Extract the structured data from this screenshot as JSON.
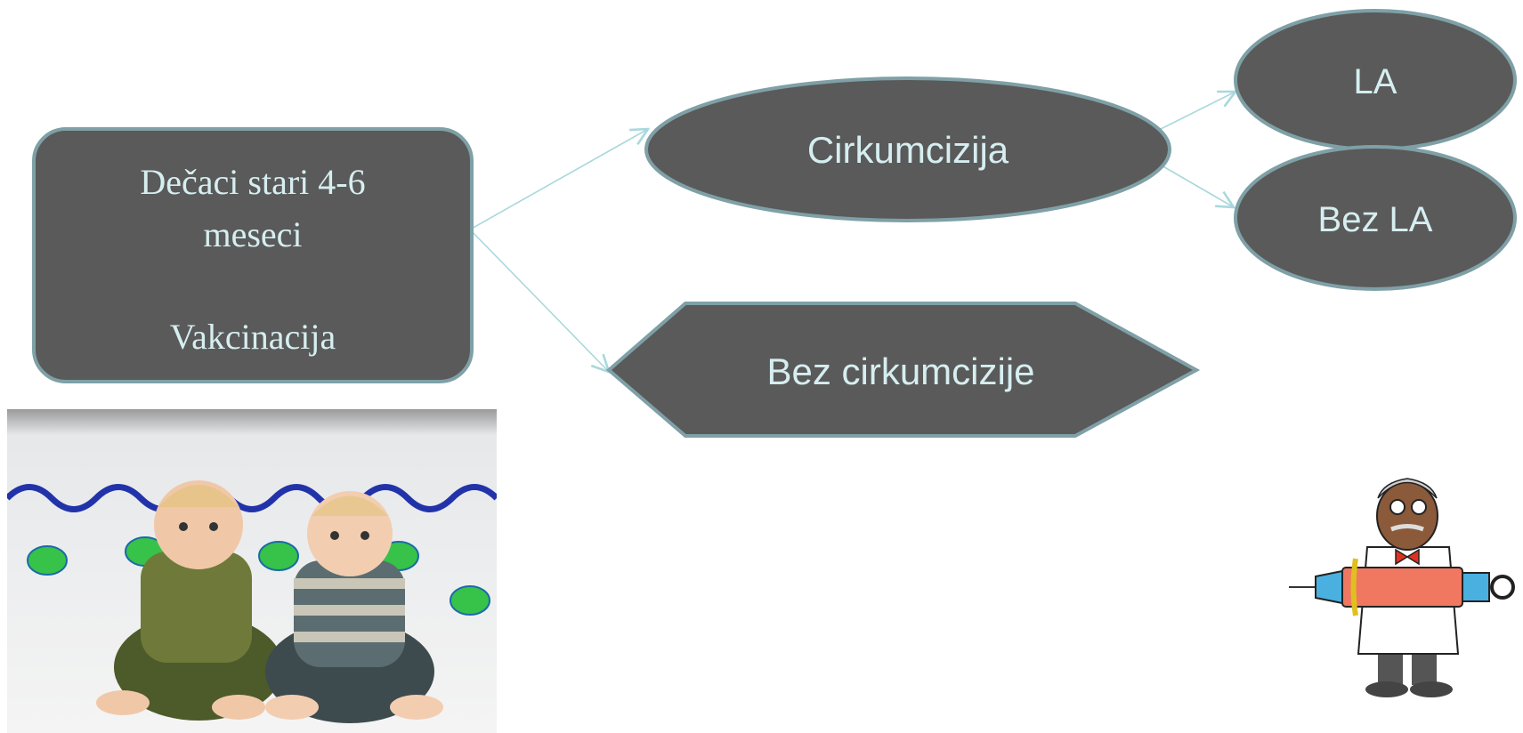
{
  "diagram": {
    "root": {
      "line1": "Dečaci stari 4-6",
      "line2": "meseci",
      "line3": "Vakcinacija"
    },
    "circumcision": "Cirkumcizija",
    "no_circumcision": "Bez cirkumcizije",
    "with_la": "LA",
    "without_la": "Bez LA"
  },
  "colors": {
    "node_fill": "#5a5a5a",
    "node_border": "#7ea0a6",
    "node_text": "#d6eef0",
    "connector": "#a9d8dc"
  },
  "images": {
    "babies_photo": "two-babies-sitting-photo",
    "doctor_clipart": "doctor-holding-syringe-clipart"
  }
}
